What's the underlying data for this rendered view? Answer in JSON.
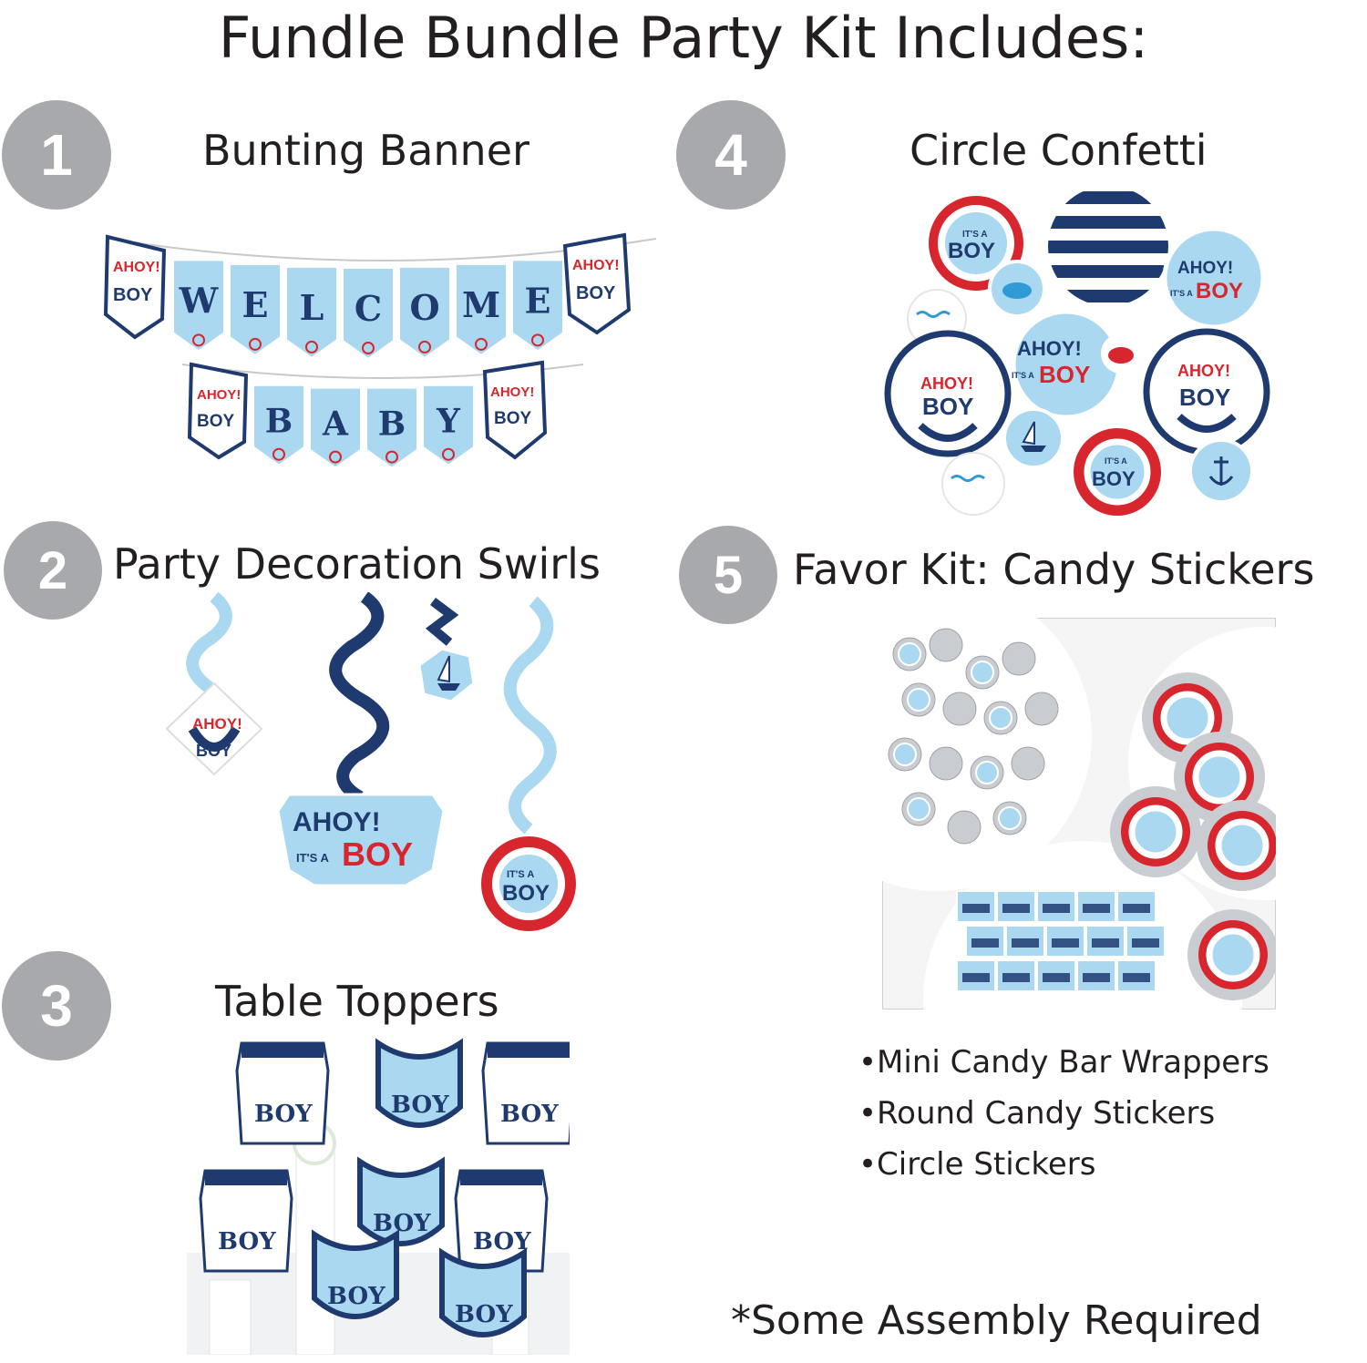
{
  "title": "Fundle Bundle Party Kit Includes:",
  "sections": [
    {
      "number": "1",
      "label": "Bunting Banner"
    },
    {
      "number": "2",
      "label": "Party Decoration Swirls"
    },
    {
      "number": "3",
      "label": "Table Toppers"
    },
    {
      "number": "4",
      "label": "Circle Confetti"
    },
    {
      "number": "5",
      "label": "Favor Kit: Candy Stickers"
    }
  ],
  "banner": {
    "row1": [
      "W",
      "E",
      "L",
      "C",
      "O",
      "M",
      "E"
    ],
    "row2": [
      "B",
      "A",
      "B",
      "Y"
    ]
  },
  "artwork": {
    "ahoy": "AHOY!",
    "its_a": "IT'S A",
    "boy": "BOY"
  },
  "favor_items": [
    "•Mini Candy Bar Wrappers",
    "•Round Candy Stickers",
    "•Circle Stickers"
  ],
  "note": "*Some Assembly Required",
  "colors": {
    "navy": "#1f3a6e",
    "red": "#d7262e",
    "light_blue": "#a9d8f0",
    "badge_gray": "#a7a9ac"
  }
}
